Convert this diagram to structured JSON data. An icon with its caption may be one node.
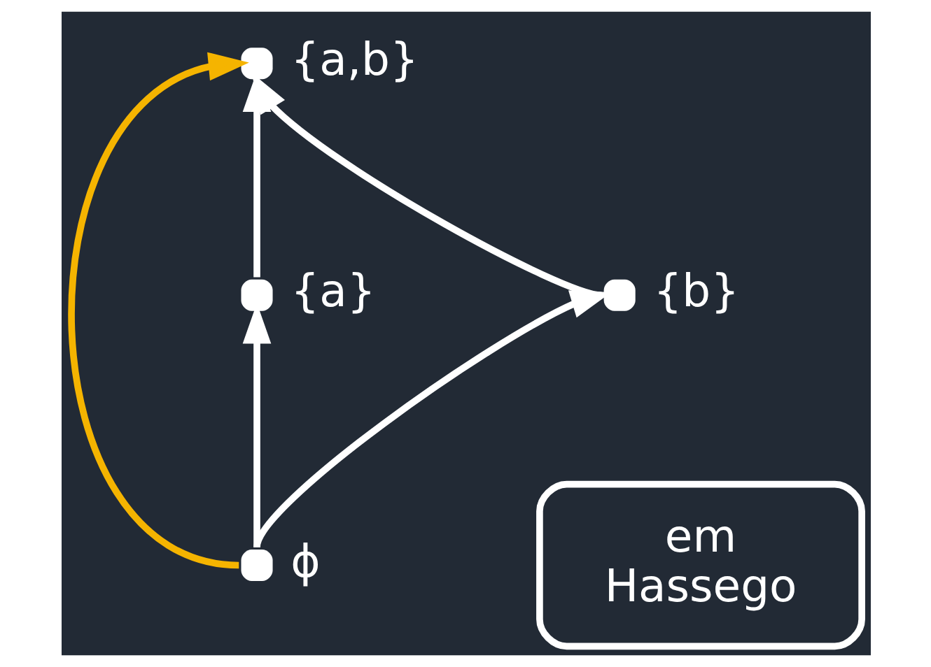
{
  "diagram": {
    "nodes": [
      {
        "text": [],
        "shape": "circle",
        "beside": [
          "{a,b}"
        ]
      },
      {
        "text": [],
        "shape": "circle",
        "beside": [
          "{a}"
        ]
      },
      {
        "text": [],
        "shape": "circle",
        "beside": [
          "{b}"
        ]
      },
      {
        "text": [],
        "shape": "circle",
        "beside": [
          "ϕ"
        ]
      },
      {
        "text": [
          "em",
          "Hassego"
        ]
      }
    ],
    "edges": [
      {
        "from": 1,
        "to": 0,
        "arrow": "to"
      },
      {
        "from": 3,
        "to": 1,
        "arrow": "to"
      },
      {
        "from": 3,
        "to": 0,
        "arrow": "to",
        "color": "#f5b400"
      },
      {
        "from": 2,
        "to": 0,
        "arrow": "to"
      },
      {
        "from": 3,
        "to": 2,
        "arrow": "to"
      }
    ]
  }
}
